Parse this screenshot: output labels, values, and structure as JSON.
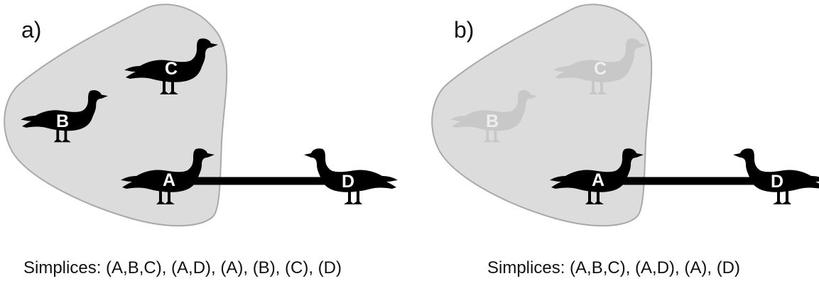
{
  "panels": [
    {
      "label": "a)",
      "caption": "Simplices: (A,B,C), (A,D), (A), (B), (C), (D)",
      "nodes": {
        "A": "A",
        "B": "B",
        "C": "C",
        "D": "D"
      },
      "faded_nodes": []
    },
    {
      "label": "b)",
      "caption": "Simplices: (A,B,C), (A,D), (A), (D)",
      "nodes": {
        "A": "A",
        "B": "B",
        "C": "C",
        "D": "D"
      },
      "faded_nodes": [
        "B",
        "C"
      ]
    }
  ],
  "colors": {
    "simplex_fill": "#dcdcdc",
    "simplex_stroke": "#a9a9a9",
    "goose": "#000000",
    "goose_faded": "#c8c8c8",
    "edge": "#000000",
    "letter": "#ffffff"
  },
  "icons": [
    "goose-icon"
  ]
}
